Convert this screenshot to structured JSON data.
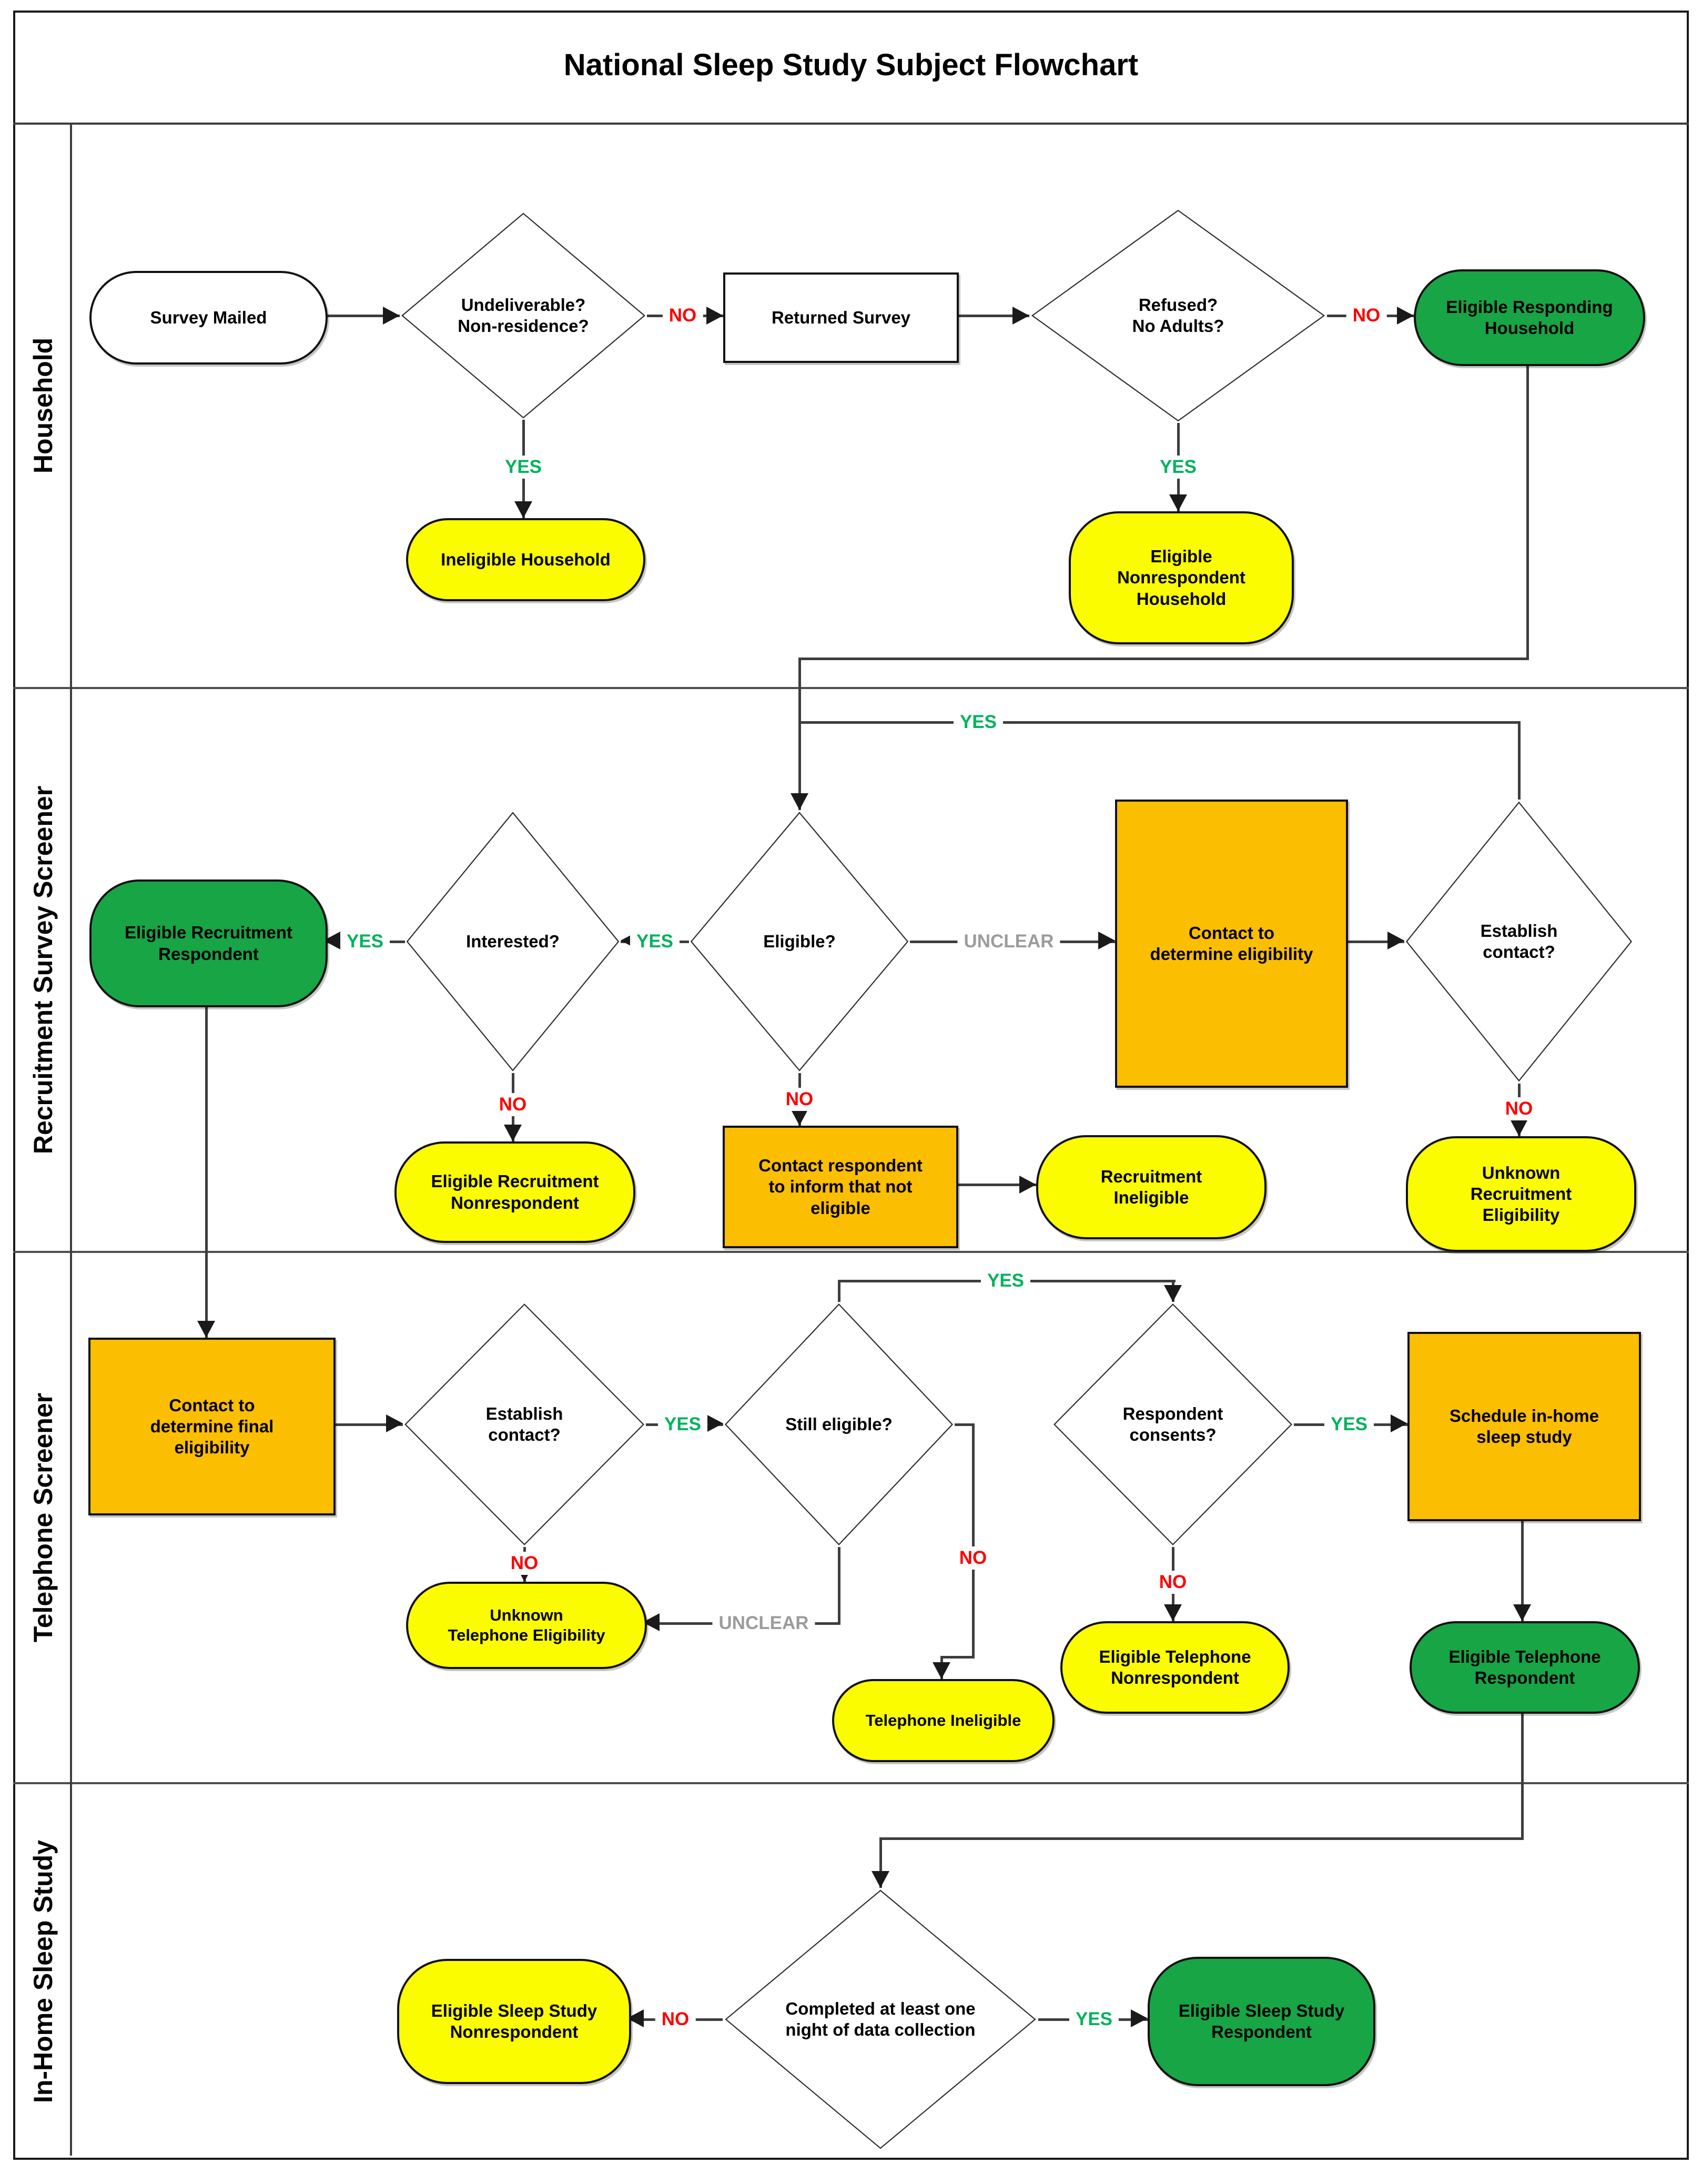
{
  "title": "National Sleep Study Subject Flowchart",
  "lanes": [
    {
      "label": "Household"
    },
    {
      "label": "Recruitment Survey Screener"
    },
    {
      "label": "Telephone Screener"
    },
    {
      "label": "In-Home Sleep Study"
    }
  ],
  "labels": {
    "yes": "YES",
    "no": "NO",
    "unclear": "UNCLEAR"
  },
  "colors": {
    "white": "#ffffff",
    "yellow": "#fcfc00",
    "green": "#17a546",
    "orange": "#fcbe01",
    "yes": "#00b25c",
    "no": "#fe0000",
    "unclear": "#9c9c9c"
  },
  "nodes": {
    "survey_mailed": {
      "label": "Survey Mailed",
      "type": "terminator",
      "fill": "white"
    },
    "undeliverable_q": {
      "label": "Undeliverable?\nNon-residence?",
      "type": "decision",
      "fill": "white"
    },
    "returned_survey": {
      "label": "Returned Survey",
      "type": "process",
      "fill": "white"
    },
    "refused_q": {
      "label": "Refused?\nNo Adults?",
      "type": "decision",
      "fill": "white"
    },
    "eligible_responding_household": {
      "label": "Eligible Responding\nHousehold",
      "type": "terminator",
      "fill": "green"
    },
    "ineligible_household": {
      "label": "Ineligible Household",
      "type": "terminator",
      "fill": "yellow"
    },
    "eligible_nonrespondent_household": {
      "label": "Eligible\nNonrespondent\nHousehold",
      "type": "terminator",
      "fill": "yellow"
    },
    "eligible_recruitment_respondent": {
      "label": "Eligible Recruitment\nRespondent",
      "type": "terminator",
      "fill": "green"
    },
    "interested_q": {
      "label": "Interested?",
      "type": "decision",
      "fill": "white"
    },
    "eligible_q": {
      "label": "Eligible?",
      "type": "decision",
      "fill": "white"
    },
    "contact_determine_eligibility": {
      "label": "Contact to\ndetermine eligibility",
      "type": "process",
      "fill": "orange"
    },
    "establish_contact_q1": {
      "label": "Establish\ncontact?",
      "type": "decision",
      "fill": "white"
    },
    "eligible_recruitment_nonrespondent": {
      "label": "Eligible Recruitment\nNonrespondent",
      "type": "terminator",
      "fill": "yellow"
    },
    "contact_inform_not_eligible": {
      "label": "Contact respondent\nto inform that not\neligible",
      "type": "process",
      "fill": "orange"
    },
    "recruitment_ineligible": {
      "label": "Recruitment\nIneligible",
      "type": "terminator",
      "fill": "yellow"
    },
    "unknown_recruitment_eligibility": {
      "label": "Unknown\nRecruitment\nEligibility",
      "type": "terminator",
      "fill": "yellow"
    },
    "contact_determine_final_eligibility": {
      "label": "Contact to\ndetermine final\neligibility",
      "type": "process",
      "fill": "orange"
    },
    "establish_contact_q2": {
      "label": "Establish\ncontact?",
      "type": "decision",
      "fill": "white"
    },
    "still_eligible_q": {
      "label": "Still eligible?",
      "type": "decision",
      "fill": "white"
    },
    "respondent_consents_q": {
      "label": "Respondent\nconsents?",
      "type": "decision",
      "fill": "white"
    },
    "schedule_inhome_sleep_study": {
      "label": "Schedule in-home\nsleep study",
      "type": "process",
      "fill": "orange"
    },
    "unknown_telephone_eligibility": {
      "label": "Unknown\nTelephone Eligibility",
      "type": "terminator",
      "fill": "yellow"
    },
    "telephone_ineligible": {
      "label": "Telephone Ineligible",
      "type": "terminator",
      "fill": "yellow"
    },
    "eligible_telephone_nonrespondent": {
      "label": "Eligible Telephone\nNonrespondent",
      "type": "terminator",
      "fill": "yellow"
    },
    "eligible_telephone_respondent": {
      "label": "Eligible Telephone\nRespondent",
      "type": "terminator",
      "fill": "green"
    },
    "completed_q": {
      "label": "Completed at least one\nnight of data collection",
      "type": "decision",
      "fill": "white"
    },
    "eligible_sleep_study_nonrespondent": {
      "label": "Eligible Sleep Study\nNonrespondent",
      "type": "terminator",
      "fill": "yellow"
    },
    "eligible_sleep_study_respondent": {
      "label": "Eligible Sleep Study\nRespondent",
      "type": "terminator",
      "fill": "green"
    }
  }
}
